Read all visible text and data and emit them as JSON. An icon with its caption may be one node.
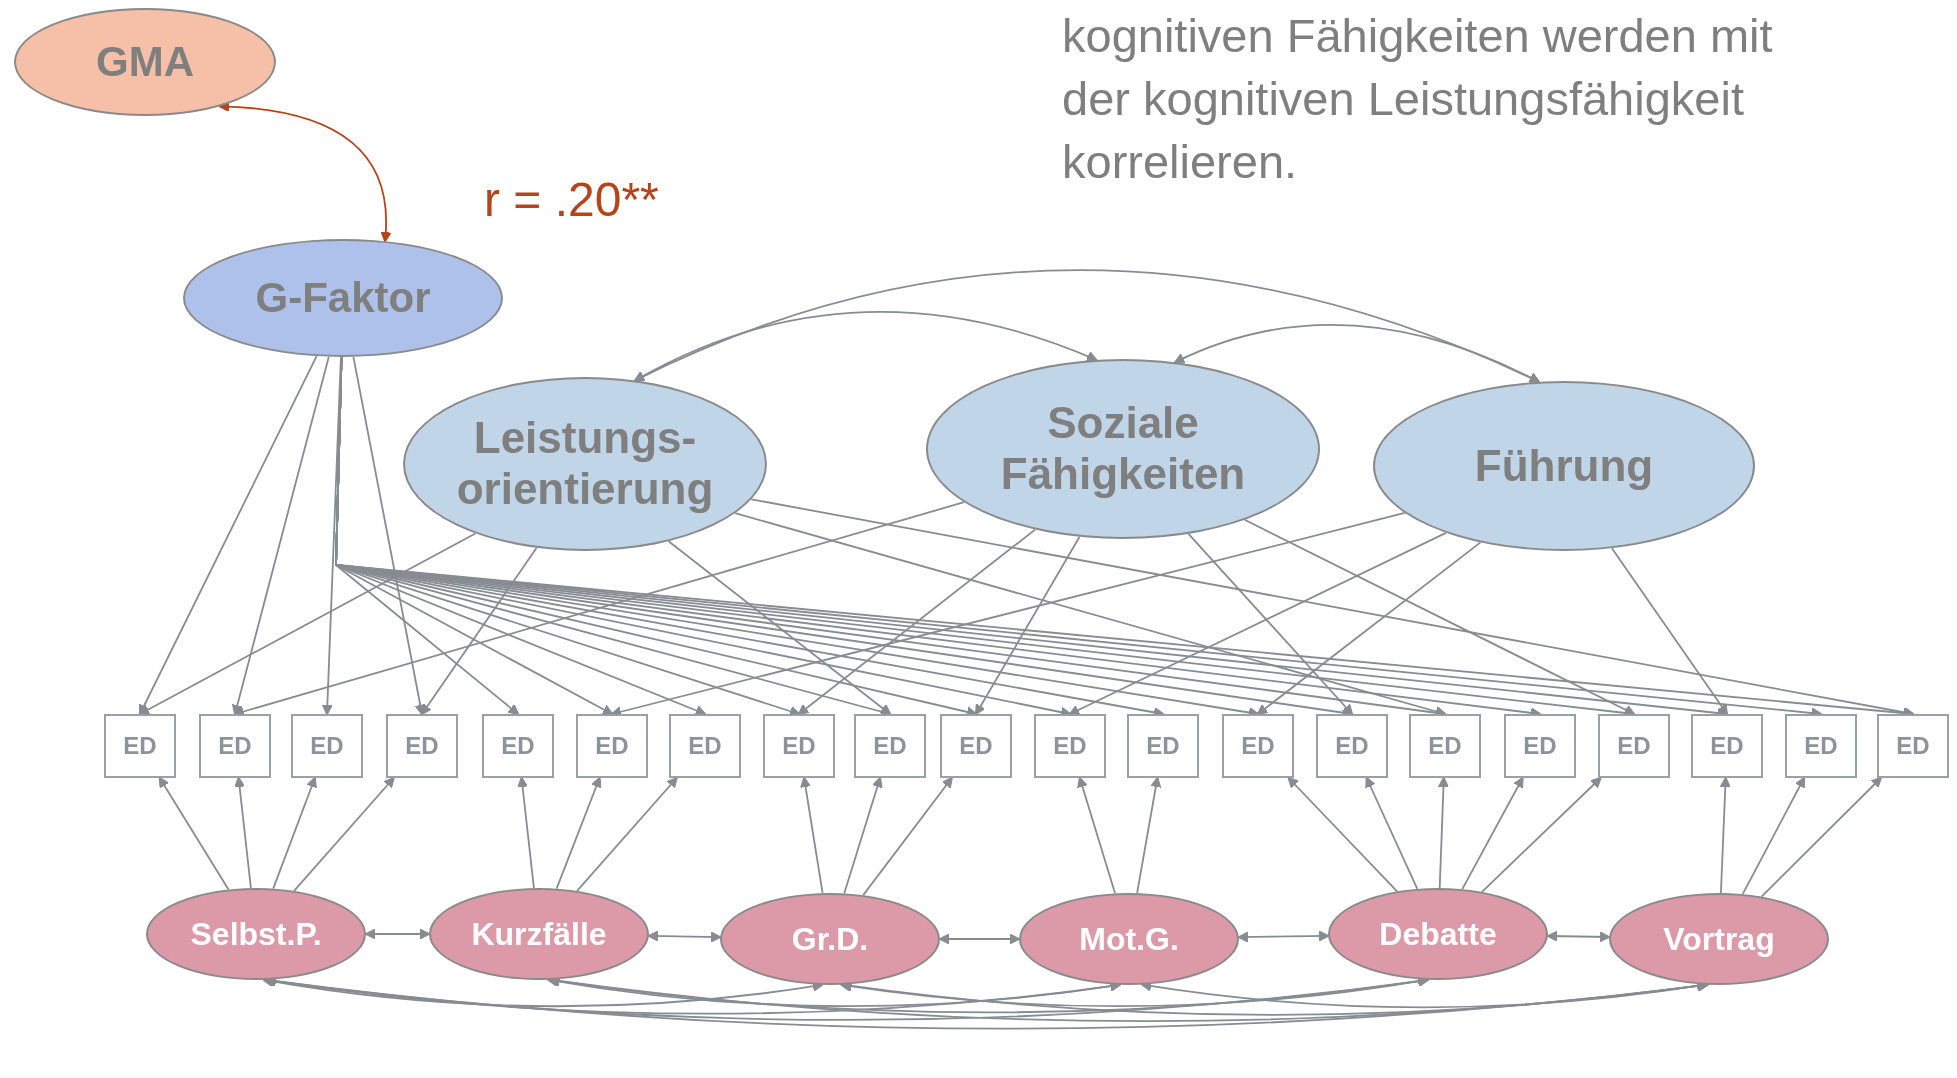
{
  "diagram": {
    "nodes": [
      {
        "text": [
          "GMA"
        ]
      },
      {
        "text": [
          "G-Faktor"
        ]
      },
      {
        "text": [
          "Leistungs- orientierung"
        ]
      },
      {
        "text": [
          "Soziale Fähigkeiten"
        ]
      },
      {
        "text": [
          "Führung"
        ]
      },
      {
        "text": [
          "ED"
        ]
      },
      {
        "text": [
          "ED"
        ]
      },
      {
        "text": [
          "ED"
        ]
      },
      {
        "text": [
          "ED"
        ]
      },
      {
        "text": [
          "ED"
        ]
      },
      {
        "text": [
          "ED"
        ]
      },
      {
        "text": [
          "ED"
        ]
      },
      {
        "text": [
          "ED"
        ]
      },
      {
        "text": [
          "ED"
        ]
      },
      {
        "text": [
          "ED"
        ]
      },
      {
        "text": [
          "ED"
        ]
      },
      {
        "text": [
          "ED"
        ]
      },
      {
        "text": [
          "ED"
        ]
      },
      {
        "text": [
          "ED"
        ]
      },
      {
        "text": [
          "ED"
        ]
      },
      {
        "text": [
          "ED"
        ]
      },
      {
        "text": [
          "ED"
        ]
      },
      {
        "text": [
          "ED"
        ]
      },
      {
        "text": [
          "ED"
        ]
      },
      {
        "text": [
          "ED"
        ]
      },
      {
        "text": [
          "Selbst.P."
        ]
      },
      {
        "text": [
          "Kurzfälle"
        ]
      },
      {
        "text": [
          "Gr.D."
        ]
      },
      {
        "text": [
          "Mot.G."
        ]
      },
      {
        "text": [
          "Debatte"
        ]
      },
      {
        "text": [
          "Vortrag"
        ]
      }
    ],
    "edges": [
      {
        "from": 0,
        "to": 1,
        "arrow": "both",
        "label": "r = .20**",
        "color": "#b5441a"
      },
      {
        "from": 2,
        "to": 3,
        "arrow": "both"
      },
      {
        "from": 2,
        "to": 4,
        "arrow": "both"
      },
      {
        "from": 3,
        "to": 4,
        "arrow": "both"
      },
      {
        "from": 1,
        "to": 5,
        "arrow": "to"
      },
      {
        "from": 1,
        "to": 6,
        "arrow": "to"
      },
      {
        "from": 1,
        "to": 7,
        "arrow": "to"
      },
      {
        "from": 1,
        "to": 8,
        "arrow": "to"
      },
      {
        "from": 1,
        "to": 9,
        "arrow": "to"
      },
      {
        "from": 1,
        "to": 10,
        "arrow": "to"
      },
      {
        "from": 1,
        "to": 11,
        "arrow": "to"
      },
      {
        "from": 1,
        "to": 12,
        "arrow": "to"
      },
      {
        "from": 1,
        "to": 13,
        "arrow": "to"
      },
      {
        "from": 1,
        "to": 14,
        "arrow": "to"
      },
      {
        "from": 1,
        "to": 15,
        "arrow": "to"
      },
      {
        "from": 1,
        "to": 16,
        "arrow": "to"
      },
      {
        "from": 1,
        "to": 17,
        "arrow": "to"
      },
      {
        "from": 1,
        "to": 18,
        "arrow": "to"
      },
      {
        "from": 1,
        "to": 19,
        "arrow": "to"
      },
      {
        "from": 1,
        "to": 20,
        "arrow": "to"
      },
      {
        "from": 1,
        "to": 21,
        "arrow": "to"
      },
      {
        "from": 1,
        "to": 22,
        "arrow": "to"
      },
      {
        "from": 1,
        "to": 23,
        "arrow": "to"
      },
      {
        "from": 1,
        "to": 24,
        "arrow": "to"
      },
      {
        "from": 2,
        "to": 5,
        "arrow": "to"
      },
      {
        "from": 2,
        "to": 8,
        "arrow": "to"
      },
      {
        "from": 2,
        "to": 13,
        "arrow": "to"
      },
      {
        "from": 2,
        "to": 19,
        "arrow": "to"
      },
      {
        "from": 2,
        "to": 24,
        "arrow": "to"
      },
      {
        "from": 3,
        "to": 6,
        "arrow": "to"
      },
      {
        "from": 3,
        "to": 12,
        "arrow": "to"
      },
      {
        "from": 3,
        "to": 14,
        "arrow": "to"
      },
      {
        "from": 3,
        "to": 18,
        "arrow": "to"
      },
      {
        "from": 3,
        "to": 21,
        "arrow": "to"
      },
      {
        "from": 4,
        "to": 10,
        "arrow": "to"
      },
      {
        "from": 4,
        "to": 15,
        "arrow": "to"
      },
      {
        "from": 4,
        "to": 17,
        "arrow": "to"
      },
      {
        "from": 4,
        "to": 22,
        "arrow": "to"
      },
      {
        "from": 25,
        "to": 5,
        "arrow": "to"
      },
      {
        "from": 25,
        "to": 6,
        "arrow": "to"
      },
      {
        "from": 25,
        "to": 7,
        "arrow": "to"
      },
      {
        "from": 25,
        "to": 8,
        "arrow": "to"
      },
      {
        "from": 26,
        "to": 9,
        "arrow": "to"
      },
      {
        "from": 26,
        "to": 10,
        "arrow": "to"
      },
      {
        "from": 26,
        "to": 11,
        "arrow": "to"
      },
      {
        "from": 27,
        "to": 12,
        "arrow": "to"
      },
      {
        "from": 27,
        "to": 13,
        "arrow": "to"
      },
      {
        "from": 27,
        "to": 14,
        "arrow": "to"
      },
      {
        "from": 28,
        "to": 15,
        "arrow": "to"
      },
      {
        "from": 28,
        "to": 16,
        "arrow": "to"
      },
      {
        "from": 29,
        "to": 17,
        "arrow": "to"
      },
      {
        "from": 29,
        "to": 18,
        "arrow": "to"
      },
      {
        "from": 29,
        "to": 19,
        "arrow": "to"
      },
      {
        "from": 29,
        "to": 20,
        "arrow": "to"
      },
      {
        "from": 29,
        "to": 21,
        "arrow": "to"
      },
      {
        "from": 30,
        "to": 22,
        "arrow": "to"
      },
      {
        "from": 30,
        "to": 23,
        "arrow": "to"
      },
      {
        "from": 30,
        "to": 24,
        "arrow": "to"
      },
      {
        "from": 25,
        "to": 26,
        "arrow": "both"
      },
      {
        "from": 26,
        "to": 27,
        "arrow": "both"
      },
      {
        "from": 27,
        "to": 28,
        "arrow": "both"
      },
      {
        "from": 28,
        "to": 29,
        "arrow": "both"
      },
      {
        "from": 29,
        "to": 30,
        "arrow": "both"
      },
      {
        "from": 25,
        "to": 27,
        "arrow": "both"
      },
      {
        "from": 25,
        "to": 28,
        "arrow": "both"
      },
      {
        "from": 25,
        "to": 29,
        "arrow": "both"
      },
      {
        "from": 25,
        "to": 30,
        "arrow": "both"
      },
      {
        "from": 26,
        "to": 28,
        "arrow": "both"
      },
      {
        "from": 26,
        "to": 29,
        "arrow": "both"
      },
      {
        "from": 26,
        "to": 30,
        "arrow": "both"
      },
      {
        "from": 27,
        "to": 29,
        "arrow": "both"
      },
      {
        "from": 27,
        "to": 30,
        "arrow": "both"
      },
      {
        "from": 28,
        "to": 30,
        "arrow": "both"
      }
    ],
    "labels": [
      "kognitiven Fähigkeiten werden mit der kognitiven Leistungsfähigkeit korrelieren."
    ]
  }
}
